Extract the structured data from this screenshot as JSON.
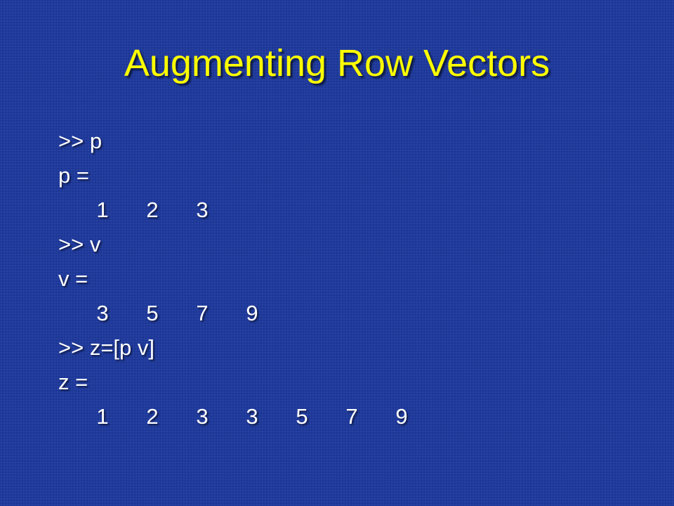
{
  "slide": {
    "title": "Augmenting Row Vectors",
    "colors": {
      "background": "#1f3a9c",
      "title": "#ffff00",
      "text": "#ffffff"
    },
    "lines": {
      "cmd_p": ">> p",
      "p_eq": "p =",
      "p_values": [
        "1",
        "2",
        "3"
      ],
      "cmd_v": ">> v",
      "v_eq": "v =",
      "v_values": [
        "3",
        "5",
        "7",
        "9"
      ],
      "cmd_z": ">> z=[p v]",
      "z_eq": "z =",
      "z_values": [
        "1",
        "2",
        "3",
        "3",
        "5",
        "7",
        "9"
      ]
    }
  }
}
